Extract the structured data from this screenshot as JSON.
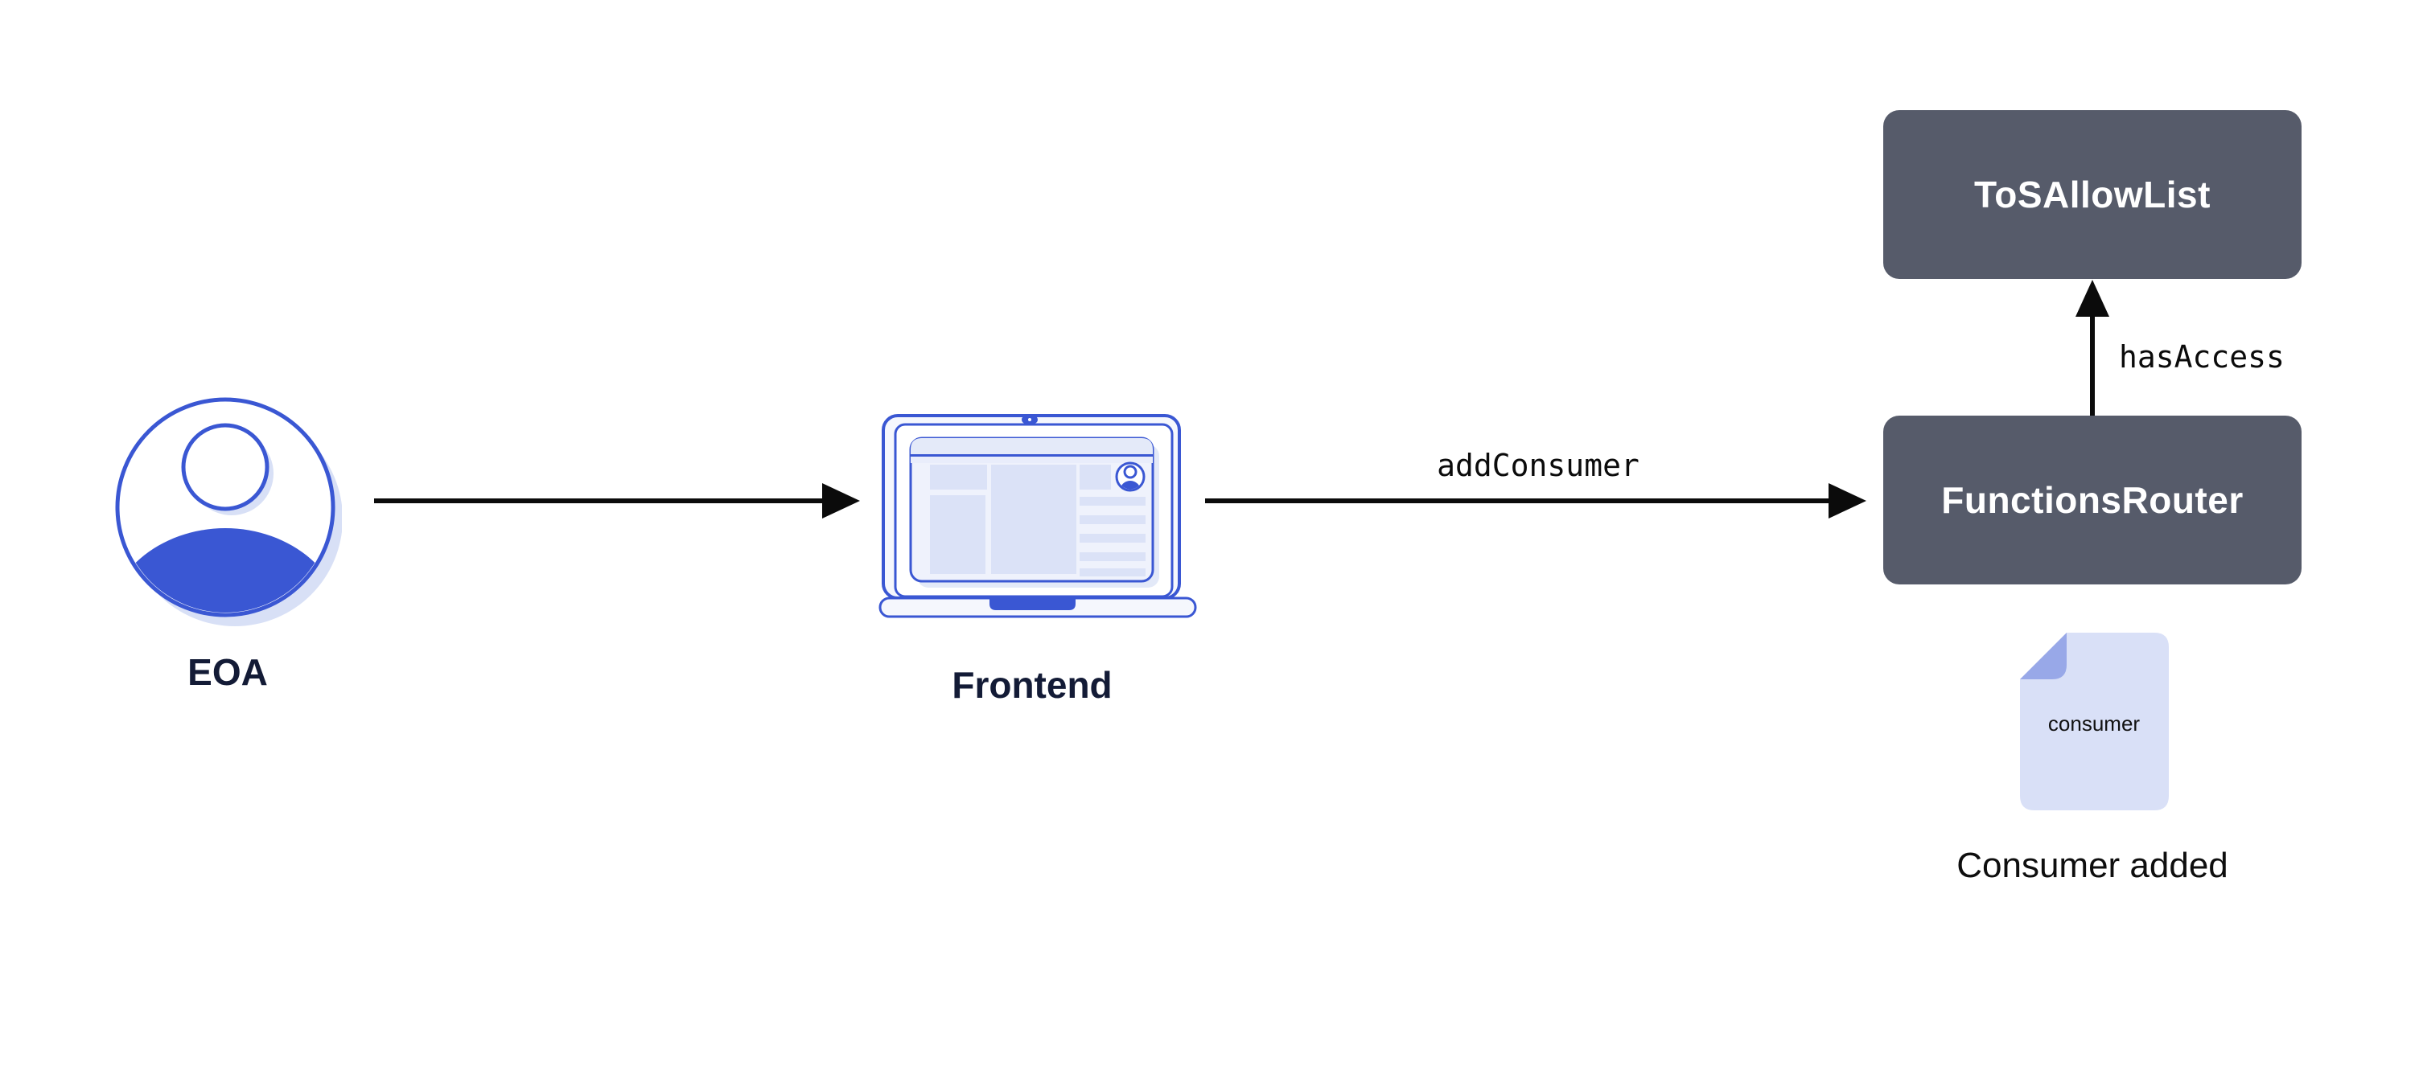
{
  "diagram": {
    "nodes": {
      "eoa": {
        "label": "EOA"
      },
      "frontend": {
        "label": "Frontend"
      },
      "tos_allow_list": {
        "label": "ToSAllowList"
      },
      "functions_router": {
        "label": "FunctionsRouter"
      }
    },
    "edges": {
      "frontend_to_router": {
        "label": "addConsumer"
      },
      "router_to_allowlist": {
        "label": "hasAccess"
      }
    },
    "artifact": {
      "doc_label": "consumer",
      "caption": "Consumer added"
    },
    "colors": {
      "accent_blue": "#3A57D3",
      "light_periwinkle": "#D8E0F6",
      "doc_fill": "#D9E0F7",
      "doc_fold": "#98A8E8",
      "node_box": "#565B6A",
      "node_box_text": "#FFFFFF",
      "label_navy": "#131B36",
      "arrow_black": "#0B0B0B",
      "background": "#FFFFFF"
    }
  }
}
